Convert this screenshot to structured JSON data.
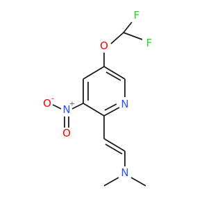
{
  "molecule": {
    "atoms": {
      "F1": "F",
      "F2": "F",
      "O_ether": "O",
      "N_ring": "N",
      "N_nitro": "N",
      "nitro_charge": "+",
      "O_nitro_minus": "O",
      "O_nitro_minus_charge": "-",
      "O_nitro_double": "O",
      "N_amine": "N"
    }
  },
  "colors": {
    "F": "#33cc33",
    "O": "#ff0000",
    "N": "#3050f8",
    "bond": "#1a1a1a"
  }
}
